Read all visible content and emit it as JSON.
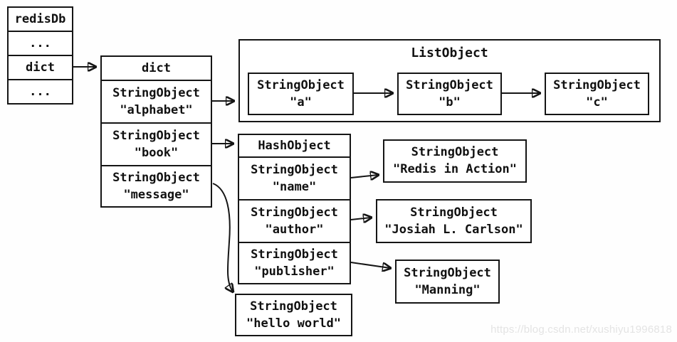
{
  "colors": {
    "ink": "#151515",
    "background": "#fefefe",
    "watermark": "#e4e4e4"
  },
  "redis_db": {
    "rows": [
      "redisDb",
      "...",
      "dict",
      "..."
    ]
  },
  "dict_table": {
    "header": "dict",
    "rows": [
      {
        "type": "StringObject",
        "value": "\"alphabet\""
      },
      {
        "type": "StringObject",
        "value": "\"book\""
      },
      {
        "type": "StringObject",
        "value": "\"message\""
      }
    ]
  },
  "list_object": {
    "title": "ListObject",
    "items": [
      {
        "type": "StringObject",
        "value": "\"a\""
      },
      {
        "type": "StringObject",
        "value": "\"b\""
      },
      {
        "type": "StringObject",
        "value": "\"c\""
      }
    ]
  },
  "hash_object": {
    "header": "HashObject",
    "rows": [
      {
        "type": "StringObject",
        "value": "\"name\""
      },
      {
        "type": "StringObject",
        "value": "\"author\""
      },
      {
        "type": "StringObject",
        "value": "\"publisher\""
      }
    ]
  },
  "values": {
    "book_name": {
      "type": "StringObject",
      "value": "\"Redis in Action\""
    },
    "book_author": {
      "type": "StringObject",
      "value": "\"Josiah L. Carlson\""
    },
    "book_publisher": {
      "type": "StringObject",
      "value": "\"Manning\""
    },
    "message": {
      "type": "StringObject",
      "value": "\"hello world\""
    }
  },
  "watermark": "https://blog.csdn.net/xushiyu1996818"
}
